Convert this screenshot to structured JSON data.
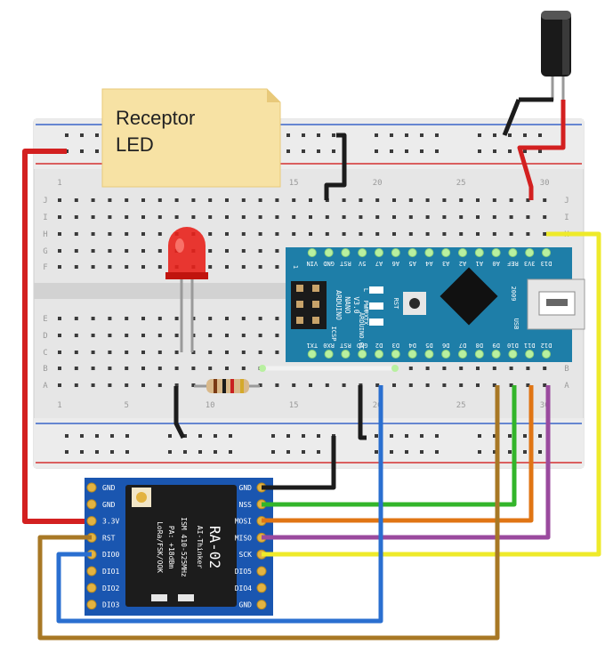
{
  "note": {
    "line1": "Receptor",
    "line2": "LED"
  },
  "breadboard": {
    "col_numbers": [
      "1",
      "5",
      "10",
      "15",
      "20",
      "25",
      "30"
    ],
    "row_letters_top": [
      "J",
      "I",
      "H",
      "G",
      "F"
    ],
    "row_letters_bottom": [
      "E",
      "D",
      "C",
      "B",
      "A"
    ]
  },
  "nano": {
    "top_pins": [
      "D13",
      "3V3",
      "REF",
      "A0",
      "A1",
      "A2",
      "A3",
      "A4",
      "A5",
      "A6",
      "A7",
      "5V",
      "RST",
      "GND",
      "VIN"
    ],
    "bottom_pins": [
      "D12",
      "D11",
      "D10",
      "D9",
      "D8",
      "D7",
      "D6",
      "D5",
      "D4",
      "D3",
      "D2",
      "GND",
      "RST",
      "RX0",
      "TX1"
    ],
    "board_text": [
      "ARDUINO",
      "NANO",
      "V3.0"
    ],
    "small_labels": {
      "icsp": "ICSP",
      "arduino_cc": "ARDUINO.CC",
      "l": "L",
      "pwr": "PWR",
      "tx": "TX",
      "rx": "RX",
      "rst": "RST",
      "usb": "USB",
      "year": "2009",
      "pin1": "1"
    }
  },
  "lora": {
    "left_pins": [
      "GND",
      "GND",
      "3.3V",
      "RST",
      "DIO0",
      "DIO1",
      "DIO2",
      "DIO3"
    ],
    "right_pins": [
      "GND",
      "NSS",
      "MOSI",
      "MISO",
      "SCK",
      "DIO5",
      "DIO4",
      "GND"
    ],
    "chip_lines": [
      "RA-02",
      "AI-Thinker",
      "ISM 410-525MHz",
      "PA: +18dBm",
      "LoRa/FSK/OOK"
    ]
  },
  "colors": {
    "wire_red": "#d32020",
    "wire_black": "#1c1c1c",
    "wire_green": "#33b52a",
    "wire_orange": "#e07514",
    "wire_purple": "#9a4a9e",
    "wire_yellow": "#eeea2a",
    "wire_blue": "#2a6fd0",
    "wire_brown": "#a87825",
    "board_blue": "#1e7ea8",
    "lora_blue": "#1a56b0",
    "led_red": "#e8221c"
  }
}
